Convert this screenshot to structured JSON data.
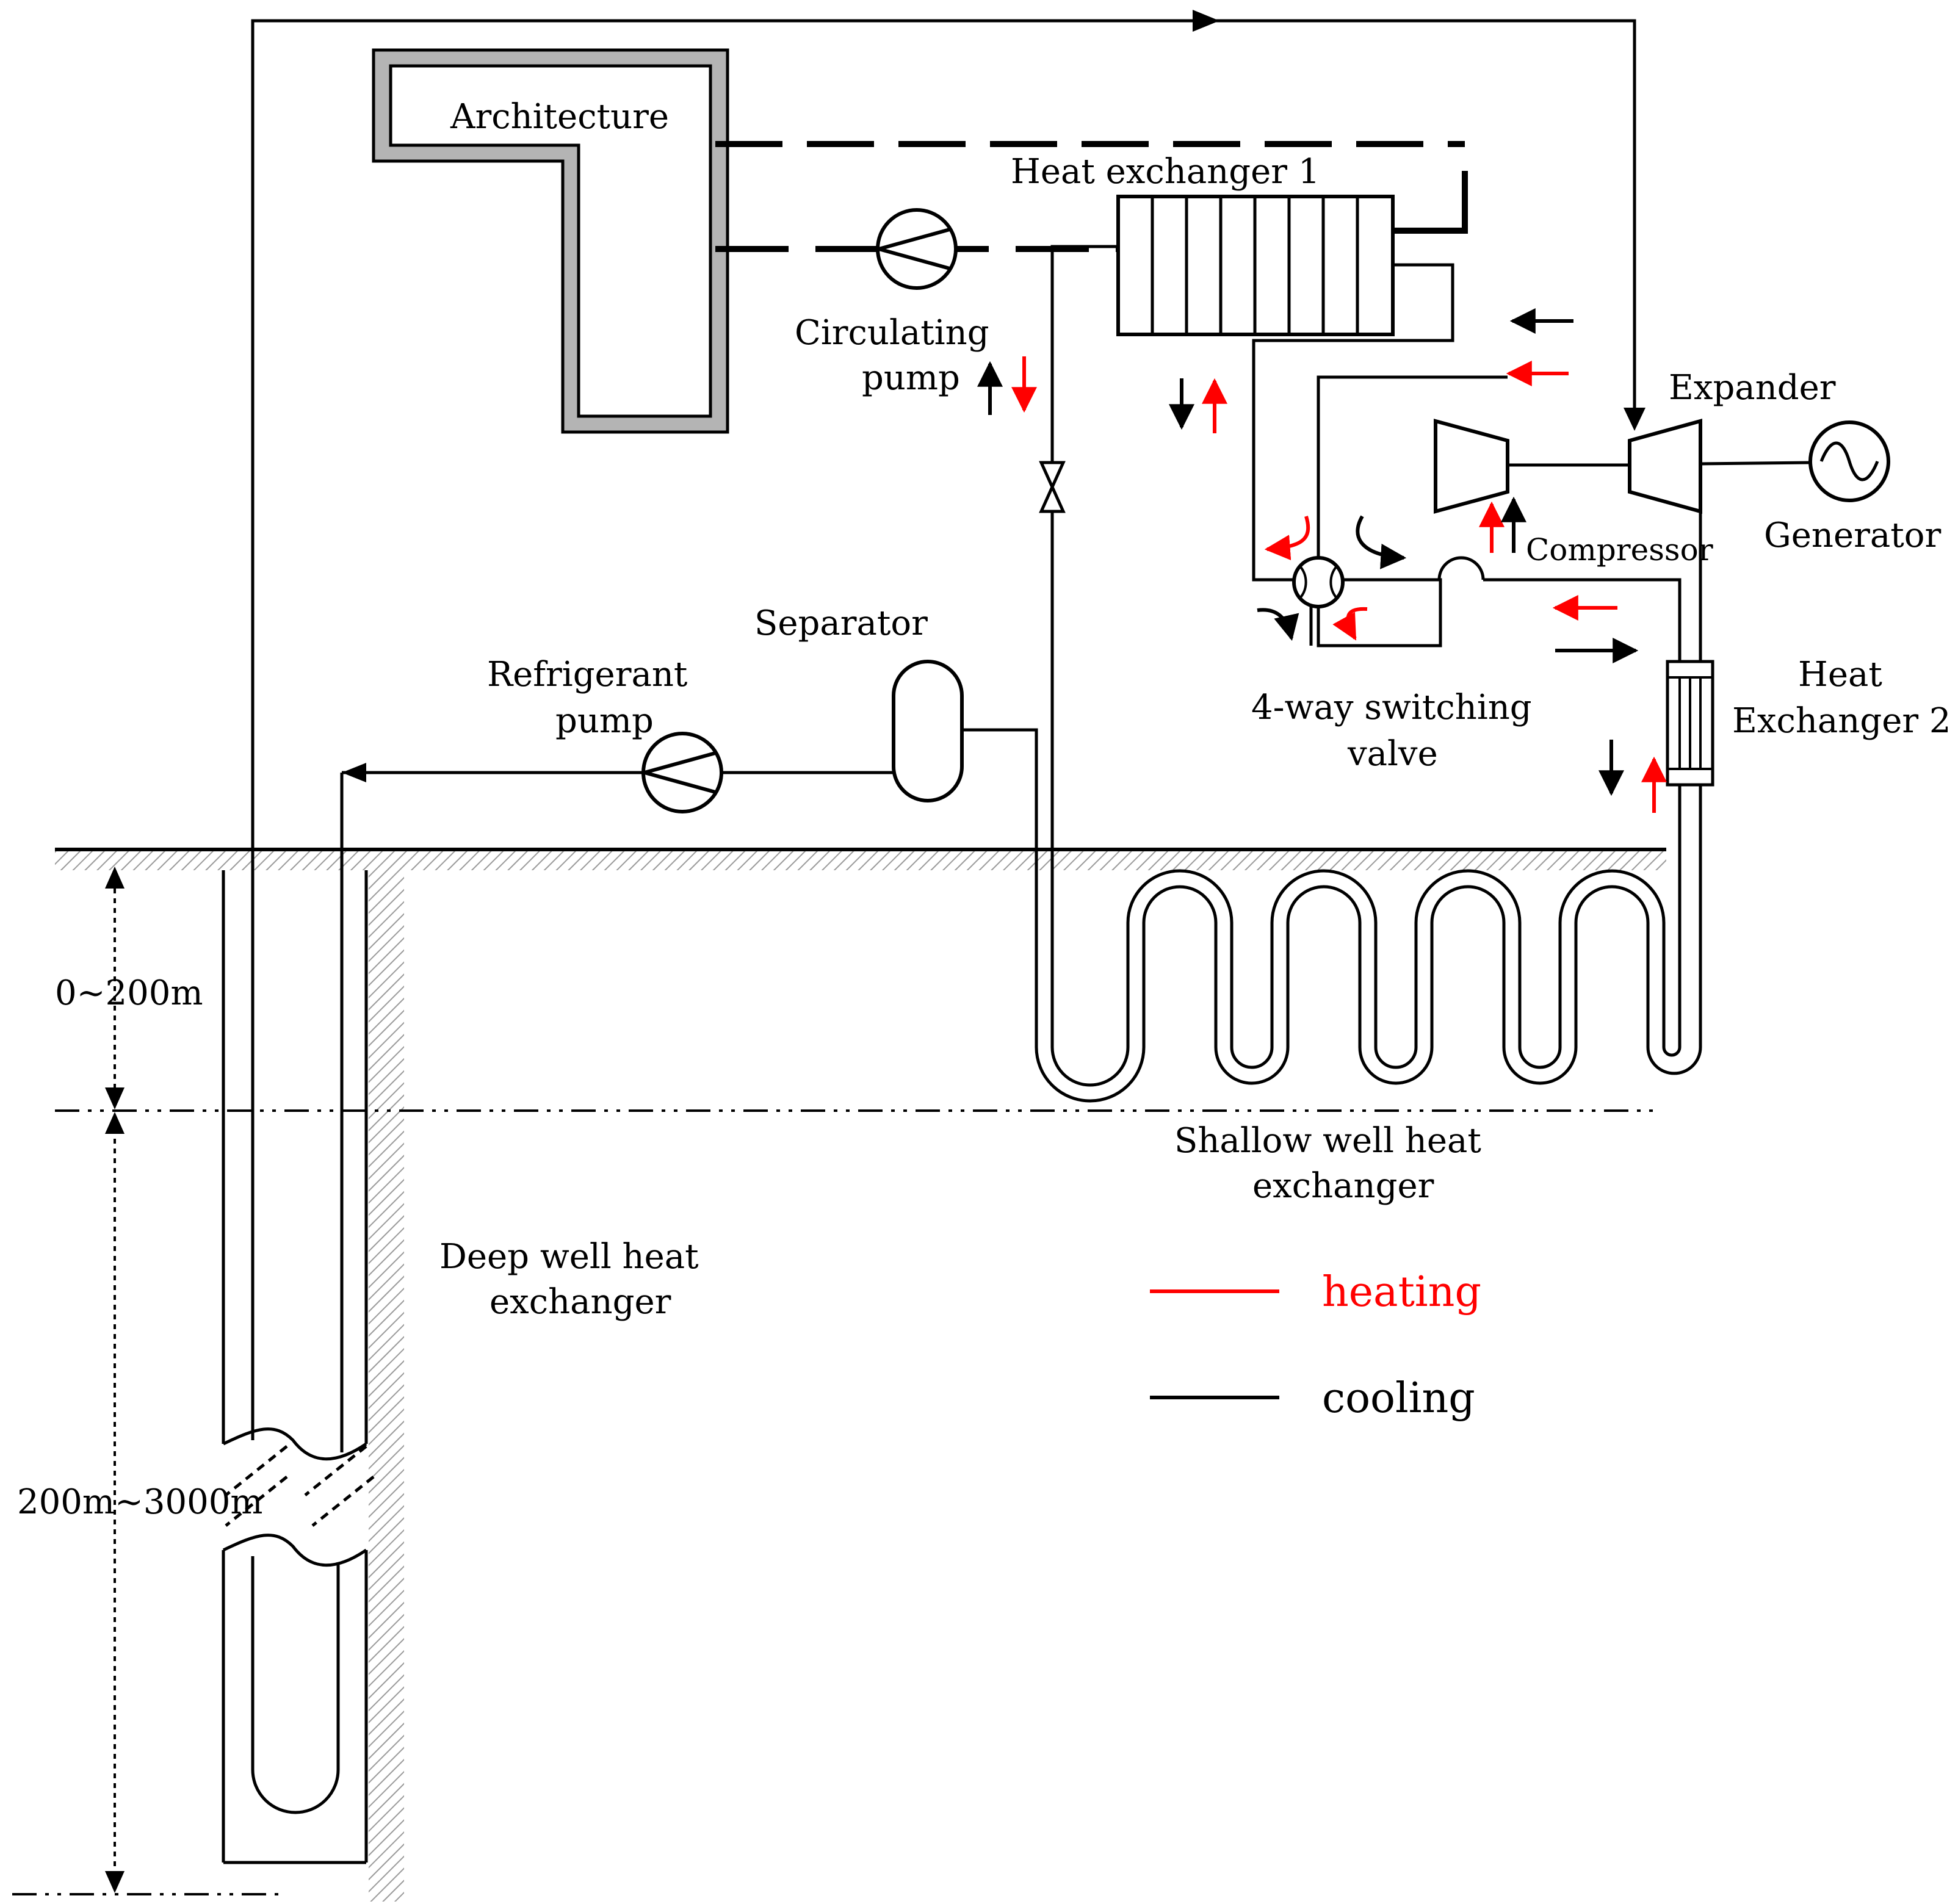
{
  "labels": {
    "architecture": "Architecture",
    "heat_exchanger_1": "Heat exchanger 1",
    "circulating_pump_line1": "Circulating",
    "circulating_pump_line2": "pump",
    "expander": "Expander",
    "generator": "Generator",
    "compressor": "Compressor",
    "four_way_line1": "4-way switching",
    "four_way_line2": "valve",
    "heat_exchanger_2_line1": "Heat",
    "heat_exchanger_2_line2": "Exchanger 2",
    "separator": "Separator",
    "refrigerant_pump_line1": "Refrigerant",
    "refrigerant_pump_line2": "pump",
    "depth_shallow": "0~200m",
    "depth_deep": "200m~3000m",
    "shallow_well_line1": "Shallow well heat",
    "shallow_well_line2": "exchanger",
    "deep_well_line1": "Deep well heat",
    "deep_well_line2": "exchanger"
  },
  "legend": {
    "heating": "heating",
    "cooling": "cooling"
  },
  "colors": {
    "heating": "#ff0000",
    "cooling": "#000000",
    "building_wall": "#b4b4b4"
  }
}
